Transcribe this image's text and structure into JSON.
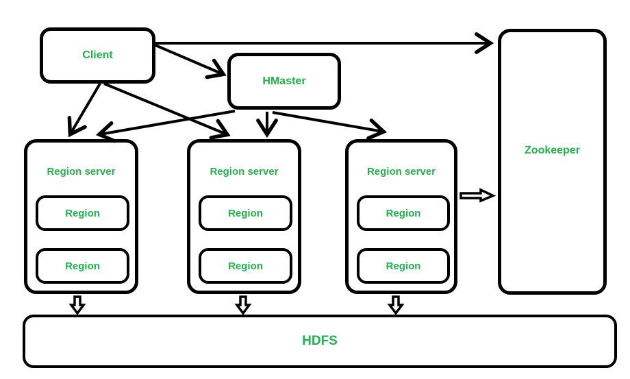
{
  "diagram": {
    "type": "architecture-diagram",
    "colors": {
      "label": "#22b14c",
      "line": "#000000",
      "background": "#ffffff",
      "box_fill": "#ffffff"
    },
    "nodes": {
      "client": {
        "label": "Client"
      },
      "hmaster": {
        "label": "HMaster"
      },
      "zookeeper": {
        "label": "Zookeeper"
      },
      "hdfs": {
        "label": "HDFS"
      },
      "region_servers": [
        {
          "label": "Region server",
          "regions": [
            {
              "label": "Region"
            },
            {
              "label": "Region"
            }
          ]
        },
        {
          "label": "Region server",
          "regions": [
            {
              "label": "Region"
            },
            {
              "label": "Region"
            }
          ]
        },
        {
          "label": "Region server",
          "regions": [
            {
              "label": "Region"
            },
            {
              "label": "Region"
            }
          ]
        }
      ]
    },
    "edges": [
      {
        "from": "Client",
        "to": "Zookeeper",
        "style": "open-arrow"
      },
      {
        "from": "Client",
        "to": "HMaster",
        "style": "open-arrow"
      },
      {
        "from": "Client",
        "to": "Region server 1",
        "style": "open-arrow"
      },
      {
        "from": "Client",
        "to": "Region server 2",
        "style": "open-arrow"
      },
      {
        "from": "HMaster",
        "to": "Region server 1",
        "style": "open-arrow"
      },
      {
        "from": "HMaster",
        "to": "Region server 2",
        "style": "open-arrow"
      },
      {
        "from": "HMaster",
        "to": "Region server 3",
        "style": "open-arrow"
      },
      {
        "from": "Region server 3",
        "to": "Zookeeper",
        "style": "hollow-arrow"
      },
      {
        "from": "Region server 1",
        "to": "HDFS",
        "style": "hollow-arrow"
      },
      {
        "from": "Region server 2",
        "to": "HDFS",
        "style": "hollow-arrow"
      },
      {
        "from": "Region server 3",
        "to": "HDFS",
        "style": "hollow-arrow"
      }
    ]
  }
}
